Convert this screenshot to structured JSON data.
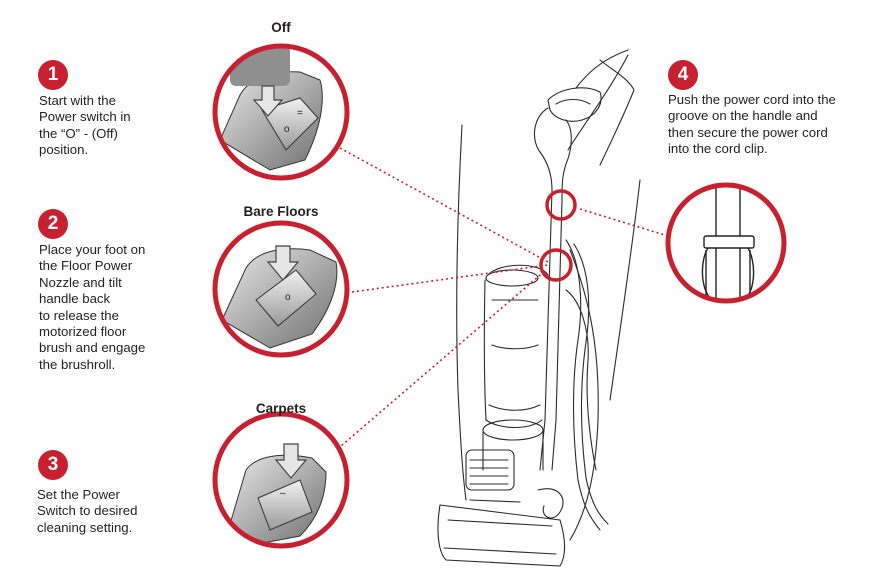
{
  "steps": [
    {
      "number": "1",
      "lines": [
        "Start with the",
        "Power switch in",
        "the “O” - (Off)",
        "position."
      ]
    },
    {
      "number": "2",
      "lines": [
        "Place your foot on",
        "the Floor Power",
        "Nozzle and tilt",
        "handle back",
        "to release the",
        "motorized floor",
        "brush and engage",
        "the brushroll."
      ]
    },
    {
      "number": "3",
      "lines": [
        "Set the Power",
        "Switch to desired",
        "cleaning setting."
      ]
    },
    {
      "number": "4",
      "lines": [
        "Push the power cord into the",
        "groove on the handle and",
        "then secure the power cord",
        "into the cord clip."
      ]
    }
  ],
  "panels": [
    {
      "label": "Off"
    },
    {
      "label": "Bare Floors"
    },
    {
      "label": "Carpets"
    }
  ],
  "colors": {
    "accent": "#c8202f",
    "text": "#231f20",
    "switch": "#8a8a8a"
  }
}
